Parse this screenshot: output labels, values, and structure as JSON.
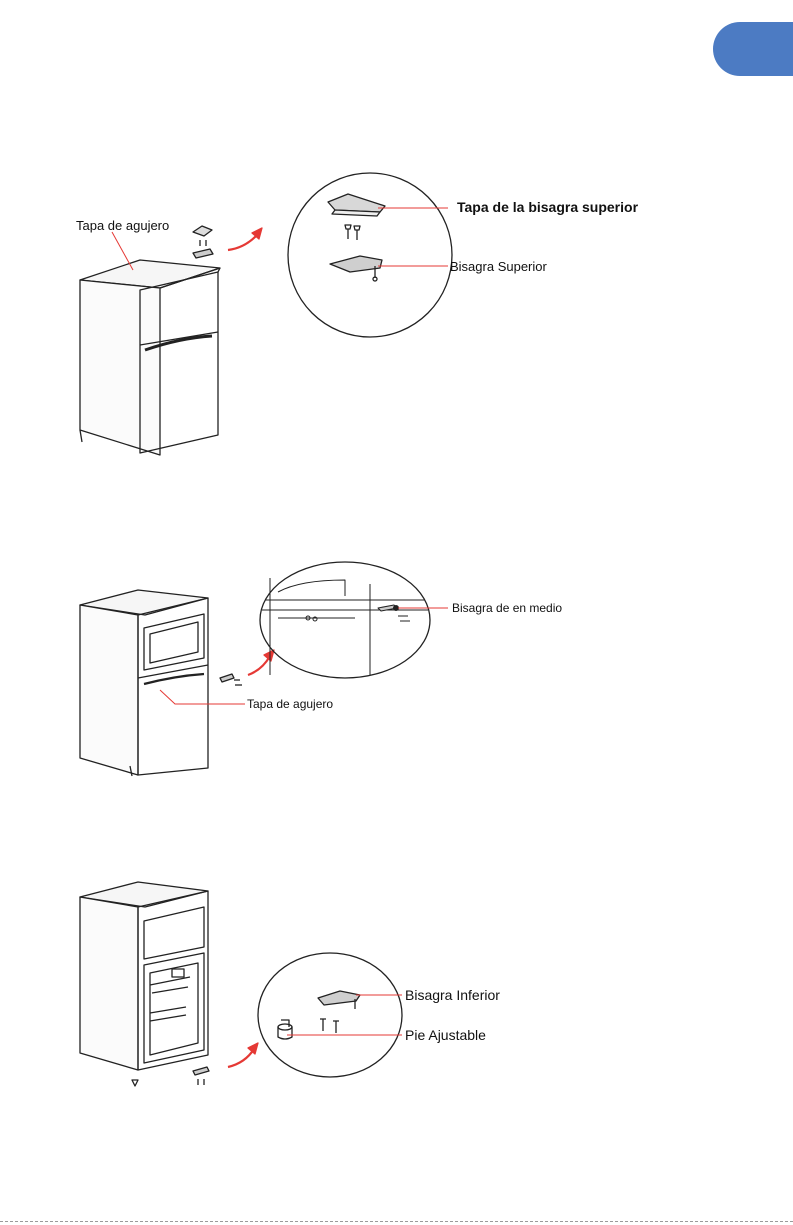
{
  "accent_color": "#4c7bc3",
  "leader_color": "#e53935",
  "figure1": {
    "label_hole_cap": "Tapa de agujero",
    "label_top_hinge_cover": "Tapa de la bisagra superior",
    "label_top_hinge": "Bisagra Superior"
  },
  "figure2": {
    "label_middle_hinge": "Bisagra de en medio",
    "label_hole_cap": "Tapa de agujero"
  },
  "figure3": {
    "label_bottom_hinge": "Bisagra Inferior",
    "label_adjustable_foot": "Pie Ajustable"
  }
}
